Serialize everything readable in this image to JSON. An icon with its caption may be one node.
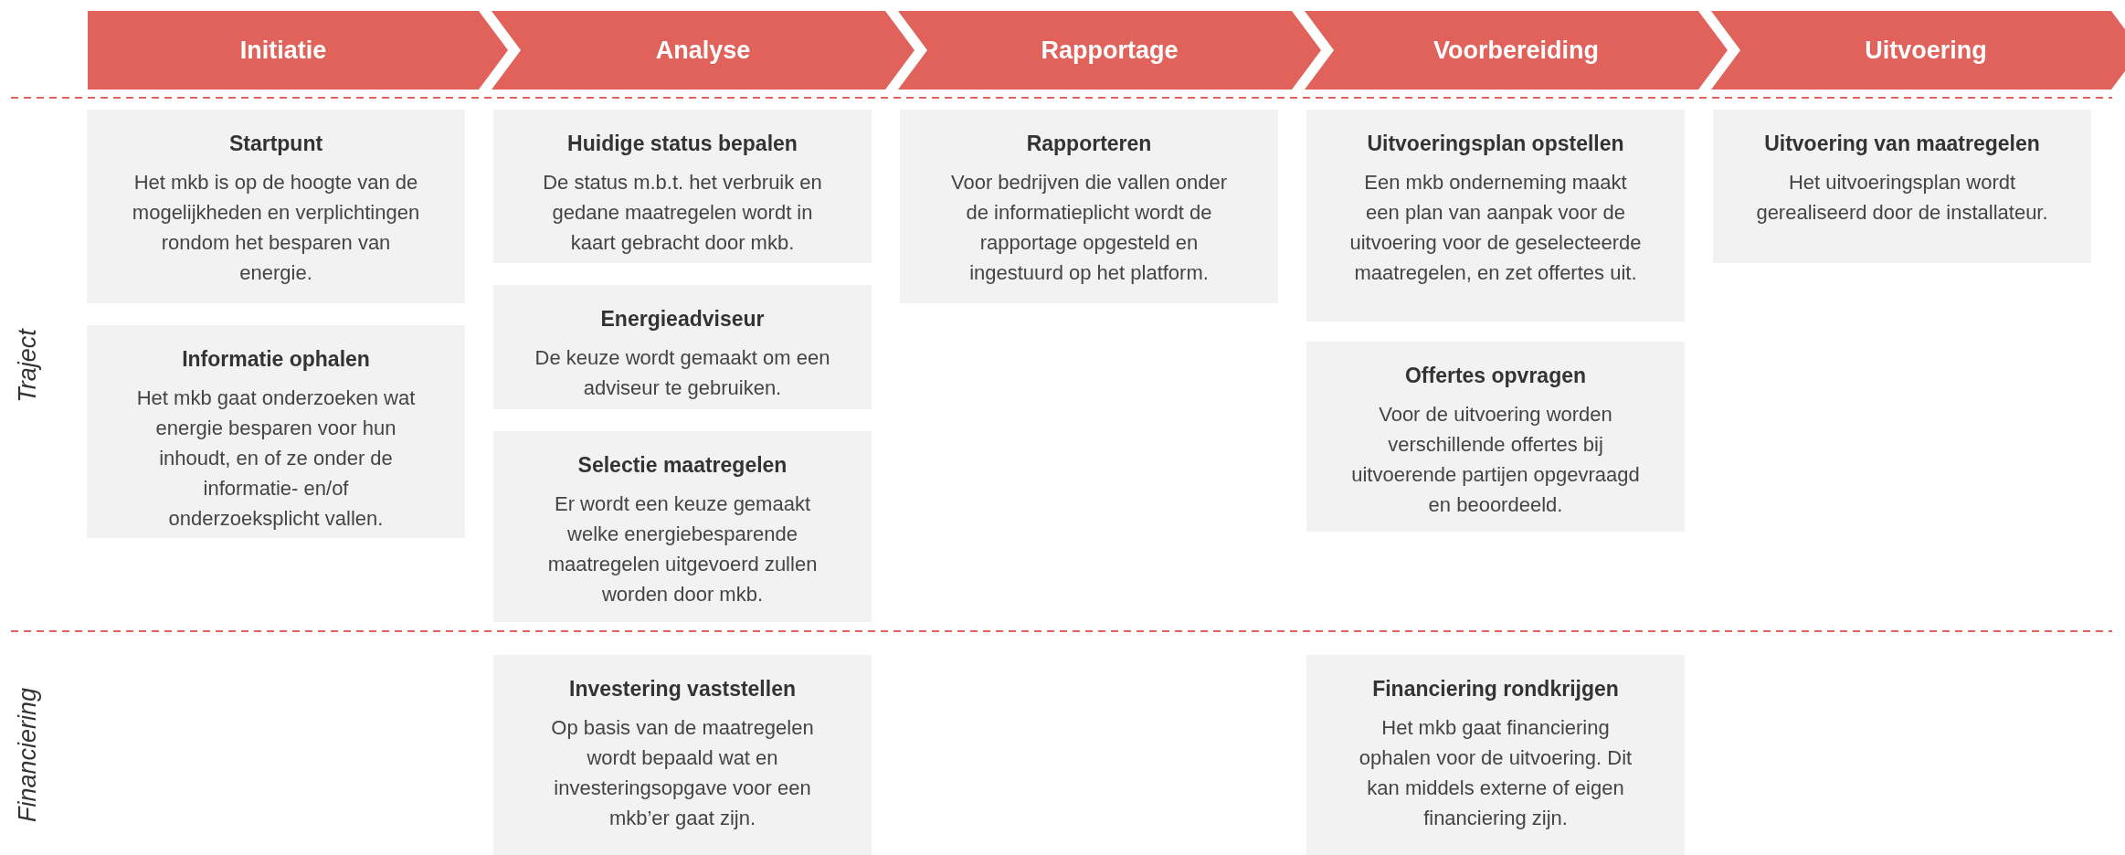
{
  "diagram": {
    "nodes": [
      {
        "text": [
          "Initiatie"
        ]
      },
      {
        "text": [
          "Analyse"
        ]
      },
      {
        "text": [
          "Rapportage"
        ]
      },
      {
        "text": [
          "Voorbereiding"
        ]
      },
      {
        "text": [
          "Uitvoering"
        ]
      },
      {
        "text": [
          "Startpunt",
          "Het mkb is op de hoogte van de mogelijkheden en verplichtingen rondom het besparen van energie."
        ]
      },
      {
        "text": [
          "Informatie ophalen",
          "Het mkb gaat onderzoeken wat energie besparen voor hun inhoudt, en of ze onder de informatie- en/of onderzoeksplicht vallen."
        ]
      },
      {
        "text": [
          "Huidige status bepalen",
          "De status m.b.t. het verbruik en gedane maatregelen wordt in kaart gebracht door mkb."
        ]
      },
      {
        "text": [
          "Energieadviseur",
          "De keuze wordt gemaakt om een adviseur te gebruiken."
        ]
      },
      {
        "text": [
          "Selectie maatregelen",
          "Er wordt een keuze gemaakt welke energiebesparende maatregelen uitgevoerd zullen worden door mkb."
        ]
      },
      {
        "text": [
          "Rapporteren",
          "Voor bedrijven die vallen onder de informatieplicht wordt de rapportage opgesteld en ingestuurd op het platform."
        ]
      },
      {
        "text": [
          "Uitvoeringsplan opstellen",
          "Een mkb onderneming maakt een plan van aanpak voor de uitvoering voor de geselecteerde maatregelen, en zet offertes uit."
        ]
      },
      {
        "text": [
          "Offertes opvragen",
          "Voor de uitvoering worden verschillende offertes bij uitvoerende partijen opgevraagd en beoordeeld."
        ]
      },
      {
        "text": [
          "Uitvoering van maatregelen",
          "Het uitvoeringsplan wordt gerealiseerd door de installateur."
        ]
      },
      {
        "text": [
          "Investering vaststellen",
          "Op basis van de maatregelen wordt bepaald wat en investeringsopgave voor een mkb’er gaat zijn."
        ]
      },
      {
        "text": [
          "Financiering rondkrijgen",
          "Het mkb gaat financiering ophalen voor de uitvoering. Dit kan middels externe of eigen financiering zijn."
        ]
      }
    ],
    "labels": [
      "Traject",
      "Financiering"
    ]
  }
}
